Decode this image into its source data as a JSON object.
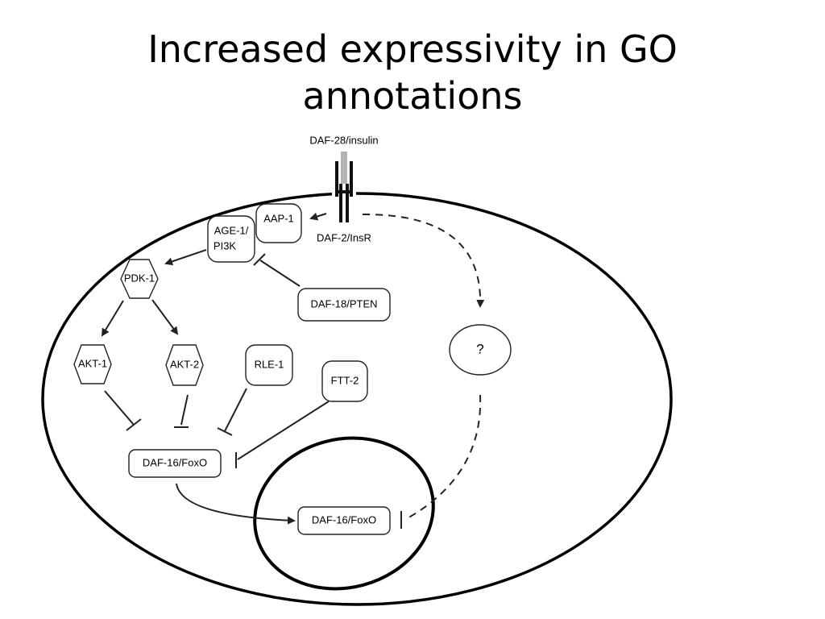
{
  "title": {
    "line1": "Increased expressivity in GO",
    "line2": "annotations"
  },
  "diagram": {
    "ligand": "DAF-28/insulin",
    "receptor": "DAF-2/InsR",
    "nodes": {
      "aap1": "AAP-1",
      "age1_line1": "AGE-1/",
      "age1_line2": "PI3K",
      "pdk1": "PDK-1",
      "daf18": "DAF-18/PTEN",
      "akt1": "AKT-1",
      "akt2": "AKT-2",
      "rle1": "RLE-1",
      "ftt2": "FTT-2",
      "unknown": "?",
      "daf16_cyto": "DAF-16/FoxO",
      "daf16_nuc": "DAF-16/FoxO"
    }
  }
}
